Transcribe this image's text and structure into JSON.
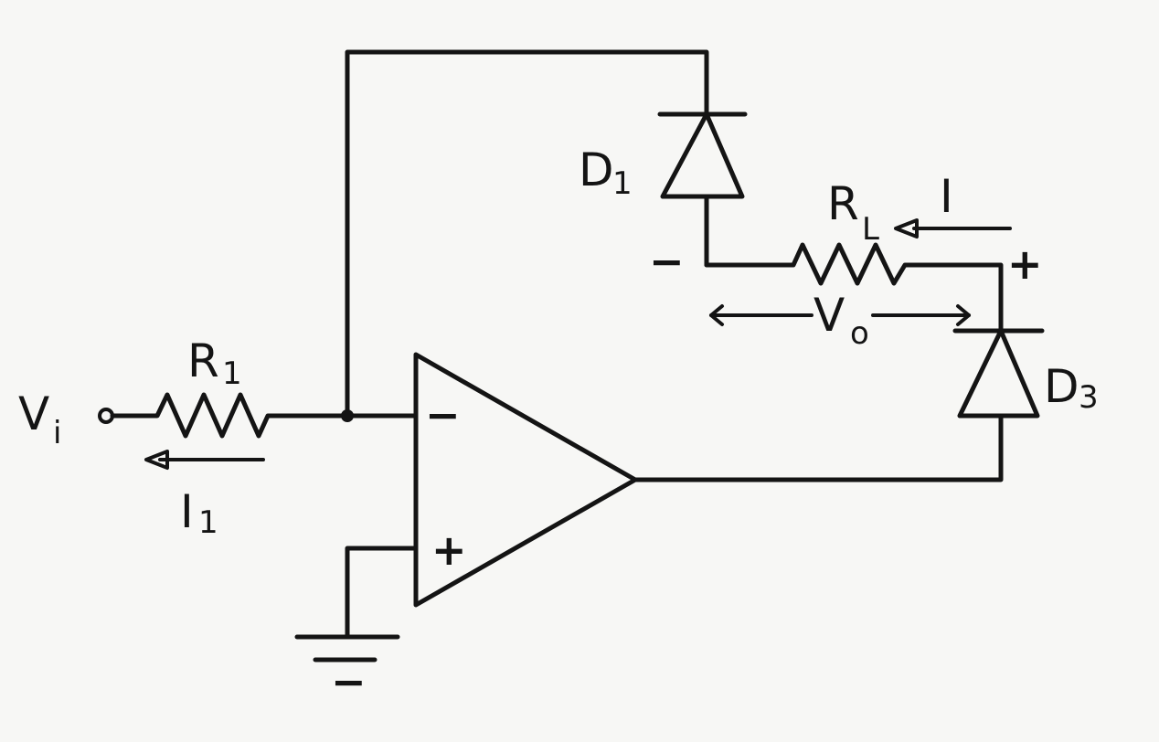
{
  "labels": {
    "input_voltage": "V",
    "input_voltage_sub": "i",
    "r1": "R",
    "r1_sub": "1",
    "i1": "I",
    "i1_sub": "1",
    "d1": "D",
    "d1_sub": "1",
    "rl": "R",
    "rl_sub": "L",
    "i_load": "I",
    "vo": "V",
    "vo_sub": "o",
    "d3": "D",
    "d3_sub": "3",
    "opamp_minus": "−",
    "opamp_plus": "+",
    "rl_minus": "−",
    "rl_plus": "+",
    "ground_minus": "−"
  },
  "colors": {
    "ink": "#141414",
    "paper": "#f7f7f5"
  }
}
